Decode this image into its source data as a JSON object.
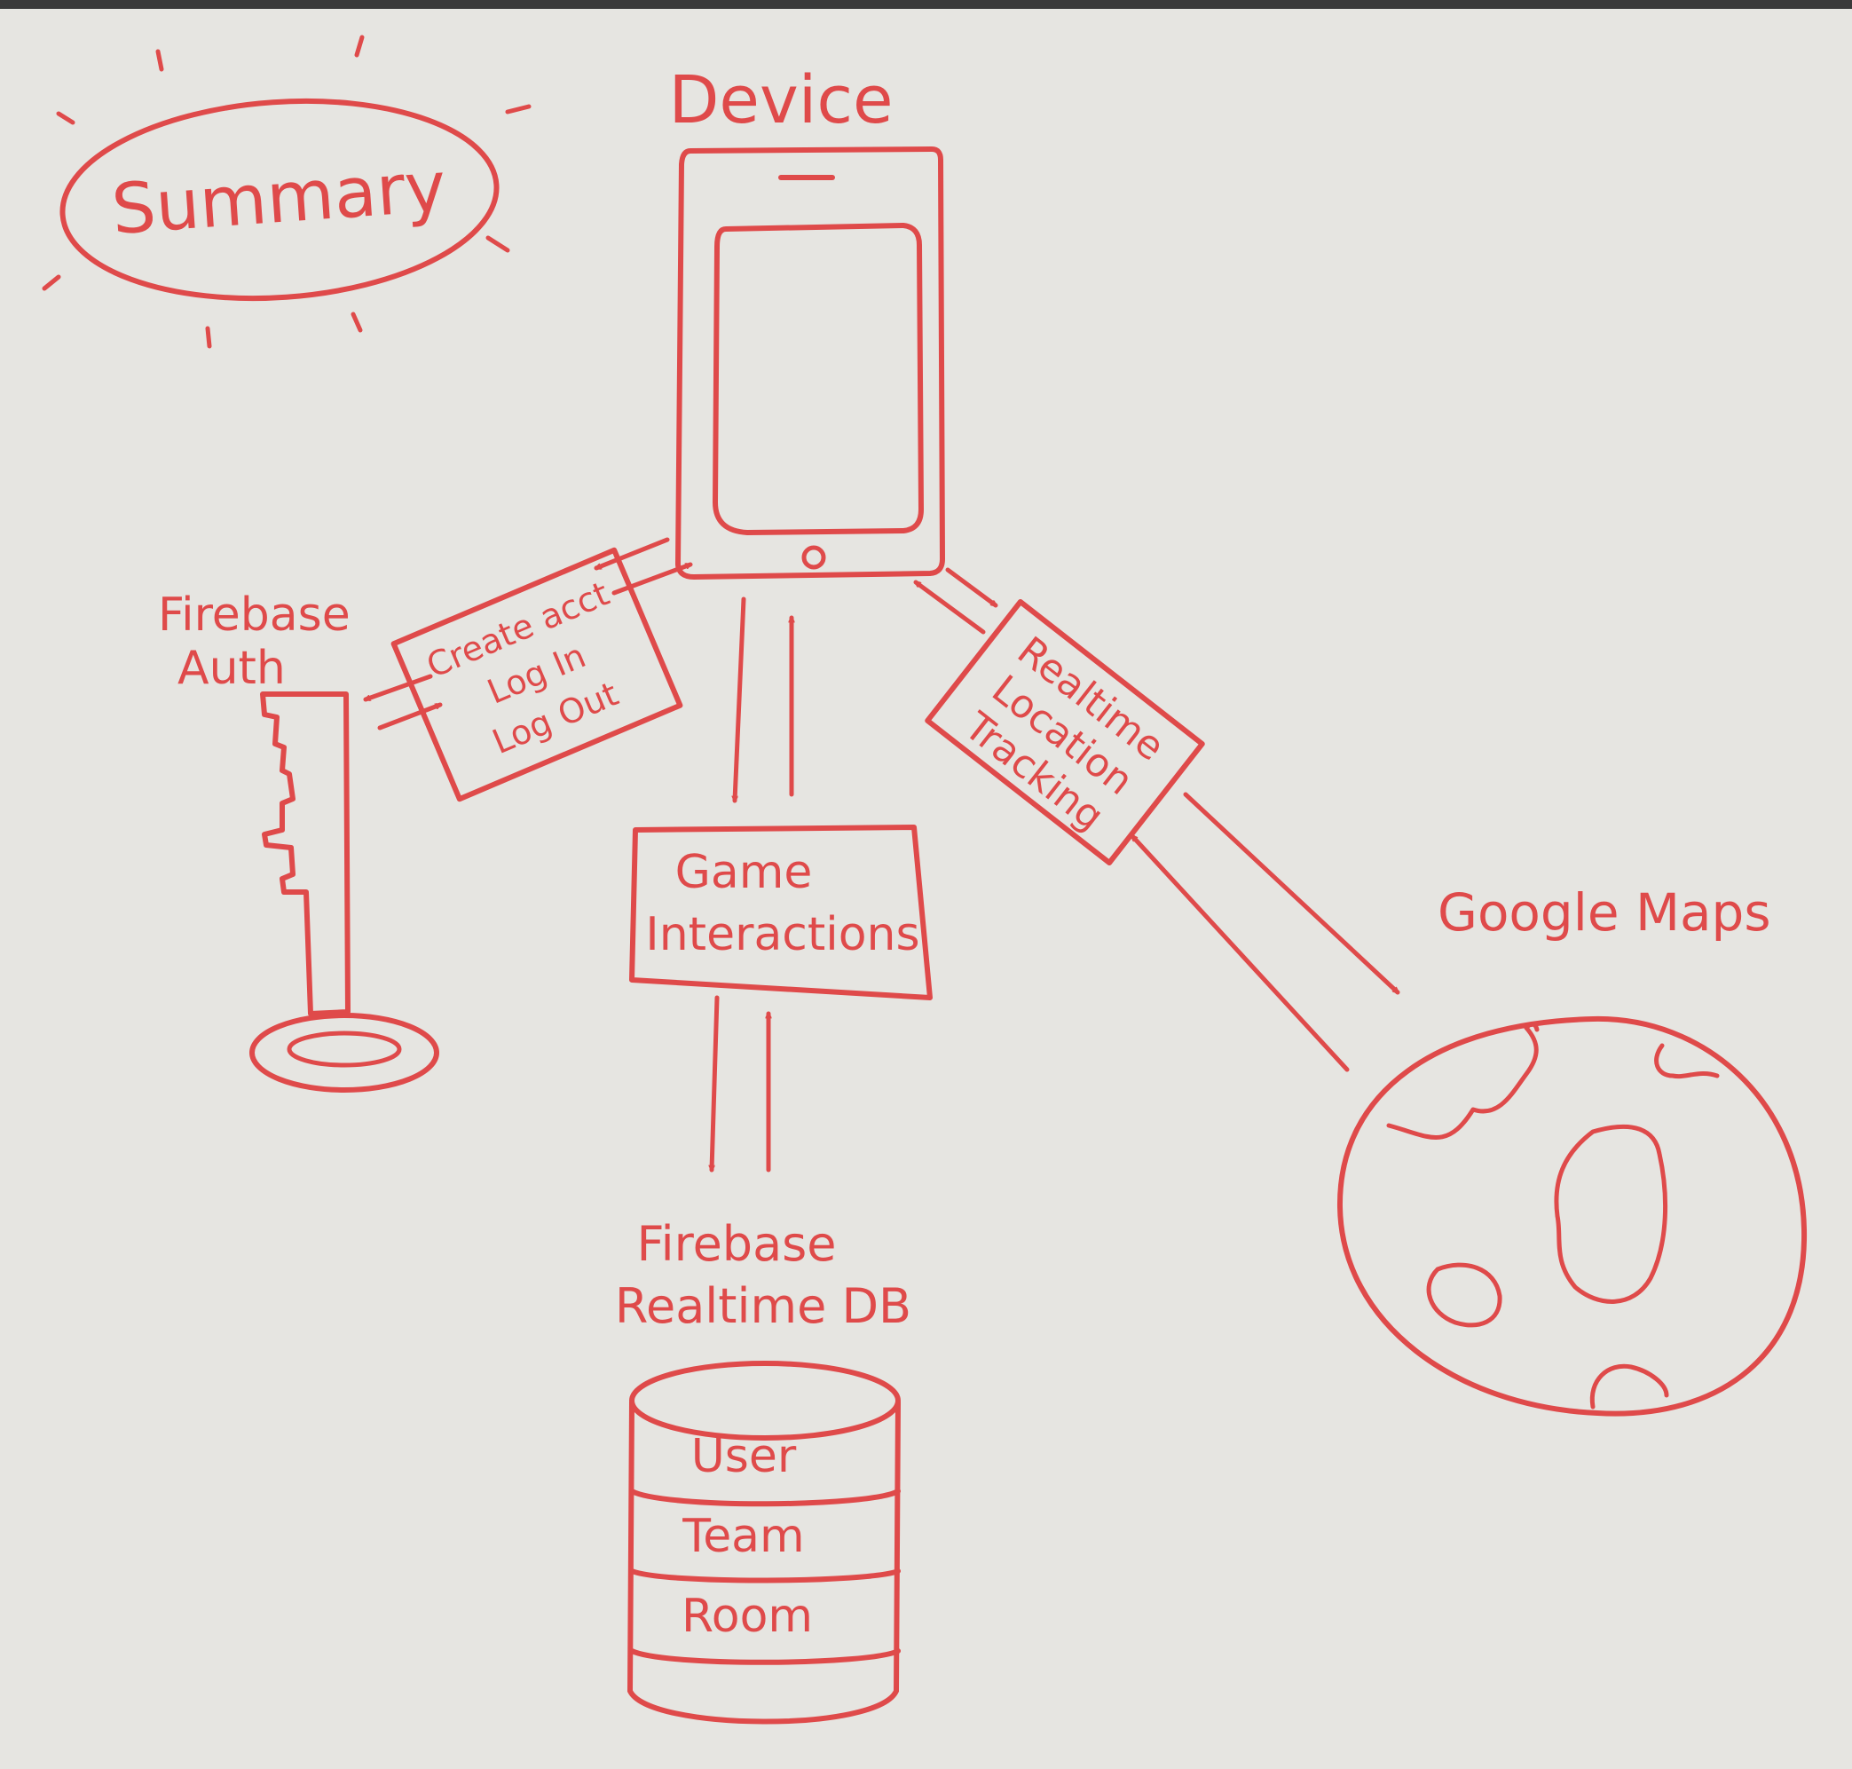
{
  "diagram": {
    "summary_title": "Summary",
    "nodes": {
      "device": {
        "label": "Device"
      },
      "firebase_auth": {
        "label_line1": "Firebase",
        "label_line2": "Auth"
      },
      "auth_actions": {
        "line1": "Create acct",
        "line2": "Log In",
        "line3": "Log Out"
      },
      "game_interactions": {
        "line1": "Game",
        "line2": "Interactions"
      },
      "location_tracking": {
        "line1": "Realtime",
        "line2": "Location",
        "line3": "Tracking"
      },
      "google_maps": {
        "label": "Google Maps"
      },
      "realtime_db": {
        "label_line1": "Firebase",
        "label_line2": "Realtime DB",
        "tables": [
          "User",
          "Team",
          "Room"
        ]
      }
    },
    "ink_color": "#df4a4a",
    "board_color": "#e6e5e1",
    "icons": [
      "phone-icon",
      "key-icon",
      "globe-icon",
      "database-icon"
    ]
  }
}
